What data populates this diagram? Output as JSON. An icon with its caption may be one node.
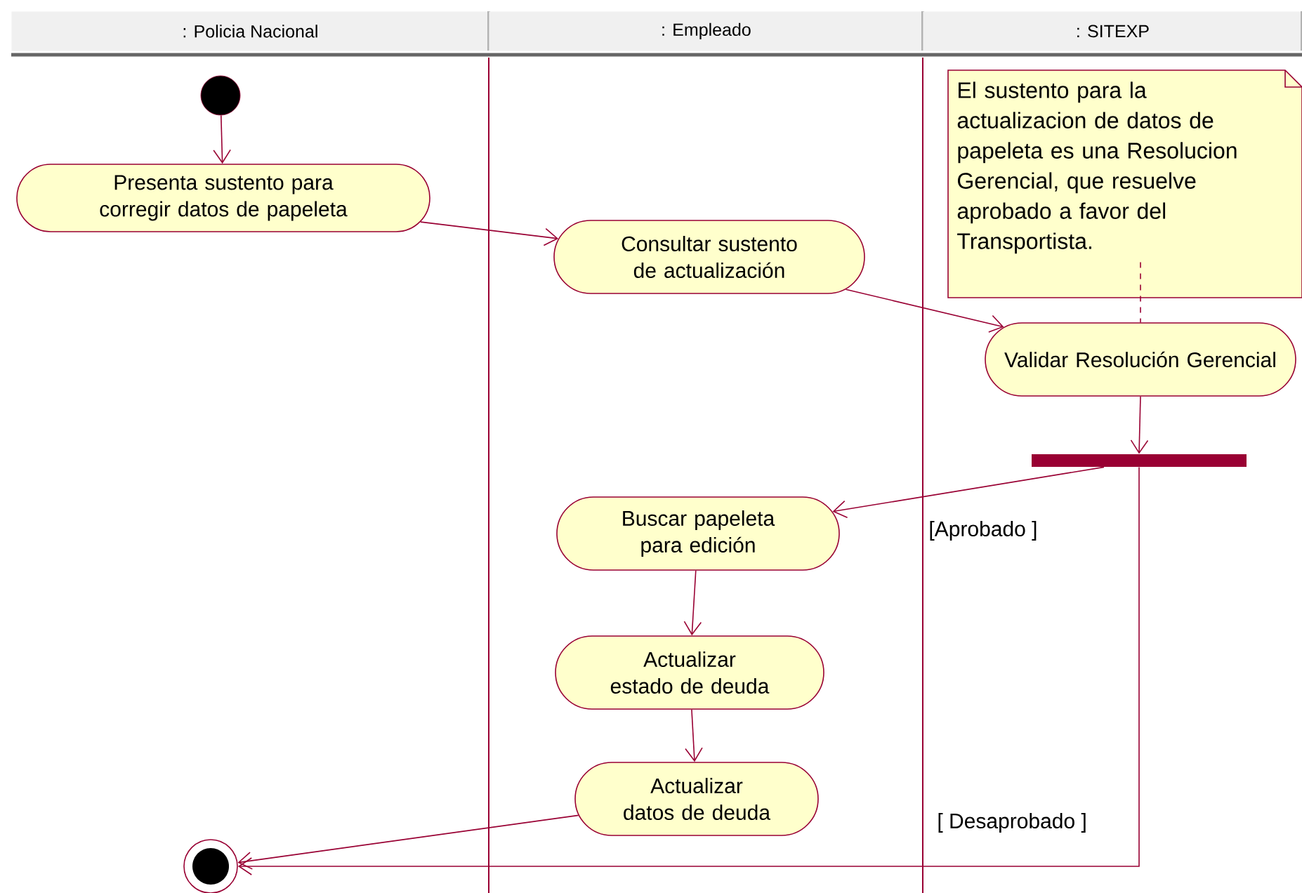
{
  "diagram": {
    "nodes": [
      {
        "text": [
          ": Policia Nacional"
        ]
      },
      {
        "text": [
          ": Empleado"
        ]
      },
      {
        "text": [
          ": SITEXP"
        ]
      },
      {
        "text": [],
        "shape": "circle"
      },
      {
        "text": [
          "Presenta sustento para corregir datos de papeleta"
        ]
      },
      {
        "text": [
          "Consultar sustento de actualización"
        ]
      },
      {
        "text": [
          "El sustento para la actualizacion de datos de papeleta es una Resolucion Gerencial, que resuelve aprobado a favor del Transportista."
        ]
      },
      {
        "text": [
          "Validar Resolución Gerencial"
        ]
      },
      {
        "text": [],
        "shape": "bar"
      },
      {
        "text": [
          "Buscar papeleta para edición"
        ]
      },
      {
        "text": [
          "Actualizar estado de deuda"
        ]
      },
      {
        "text": [
          "Actualizar datos de deuda"
        ]
      },
      {
        "text": [],
        "shape": "circle"
      }
    ],
    "edges": [
      {
        "from": 3,
        "to": 4,
        "arrow": "to"
      },
      {
        "from": 4,
        "to": 5,
        "arrow": "to"
      },
      {
        "from": 5,
        "to": 7,
        "arrow": "to"
      },
      {
        "from": 6,
        "to": 7,
        "arrow": "none",
        "style": "dashed"
      },
      {
        "from": 7,
        "to": 8,
        "arrow": "to"
      },
      {
        "from": 8,
        "to": 9,
        "arrow": "to",
        "label": "[Aprobado ]"
      },
      {
        "from": 9,
        "to": 10,
        "arrow": "to"
      },
      {
        "from": 10,
        "to": 11,
        "arrow": "to"
      },
      {
        "from": 11,
        "to": 12,
        "arrow": "to"
      },
      {
        "from": 8,
        "to": 12,
        "arrow": "to",
        "label": "[ Desaprobado ]"
      }
    ]
  }
}
